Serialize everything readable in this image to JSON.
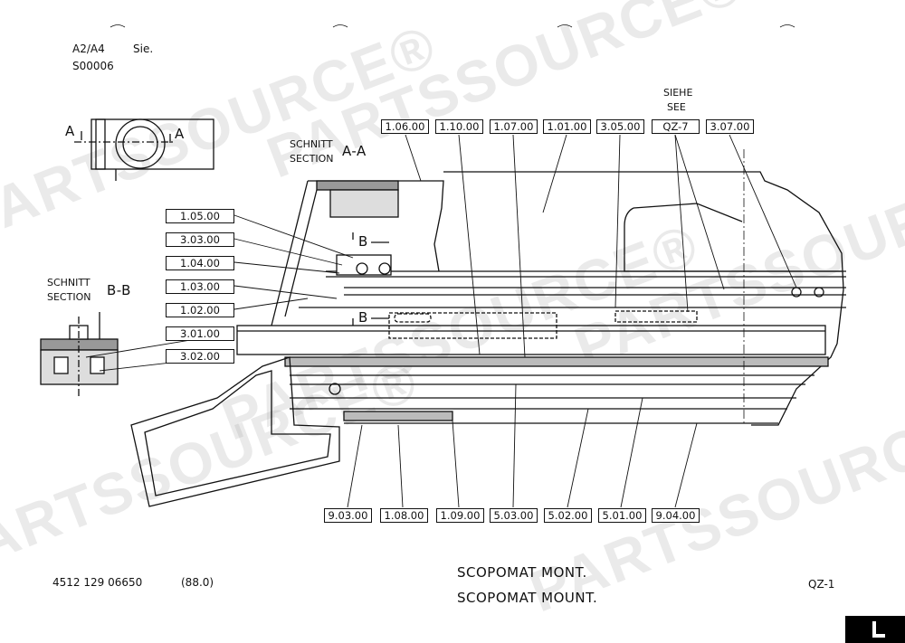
{
  "header": {
    "format": "A2/A4",
    "sie": "Sie.",
    "code": "S00006"
  },
  "section_aa": {
    "line1": "SCHNITT",
    "line2": "SECTION",
    "label": "A-A",
    "marker": "A"
  },
  "section_bb": {
    "line1": "SCHNITT",
    "line2": "SECTION",
    "label": "B-B",
    "marker": "B"
  },
  "siehe": {
    "line1": "SIEHE",
    "line2": "SEE"
  },
  "top_callouts": [
    "1.06.00",
    "1.10.00",
    "1.07.00",
    "1.01.00",
    "3.05.00",
    "QZ-7",
    "3.07.00"
  ],
  "left_callouts": [
    "1.05.00",
    "3.03.00",
    "1.04.00",
    "1.03.00",
    "1.02.00",
    "3.01.00",
    "3.02.00"
  ],
  "bottom_callouts": [
    "9.03.00",
    "1.08.00",
    "1.09.00",
    "5.03.00",
    "5.02.00",
    "5.01.00",
    "9.04.00"
  ],
  "footer": {
    "part_number": "4512 129 06650",
    "revision": "(88.0)",
    "title_de": "SCOPOMAT MONT.",
    "title_en": "SCOPOMAT MOUNT.",
    "sheet": "QZ-1"
  },
  "watermark": "PARTSSOURCE®"
}
